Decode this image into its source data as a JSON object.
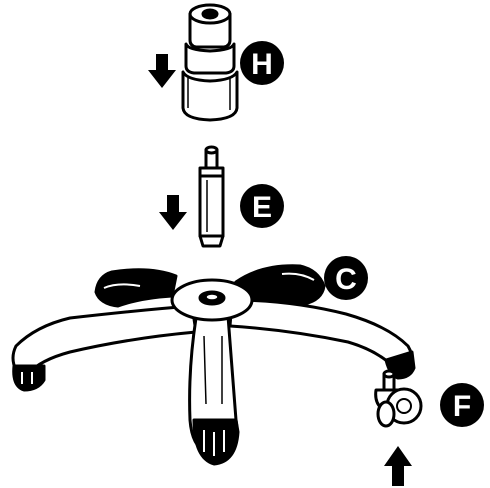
{
  "diagram": {
    "parts": [
      {
        "id": "H",
        "letter": "H"
      },
      {
        "id": "E",
        "letter": "E"
      },
      {
        "id": "C",
        "letter": "C"
      },
      {
        "id": "F",
        "letter": "F"
      }
    ],
    "arrow_directions": {
      "H": "down",
      "E": "down",
      "F": "up"
    },
    "colors": {
      "ink": "#000000",
      "paper": "#ffffff",
      "badge_fill": "#000000",
      "badge_text": "#ffffff"
    }
  }
}
